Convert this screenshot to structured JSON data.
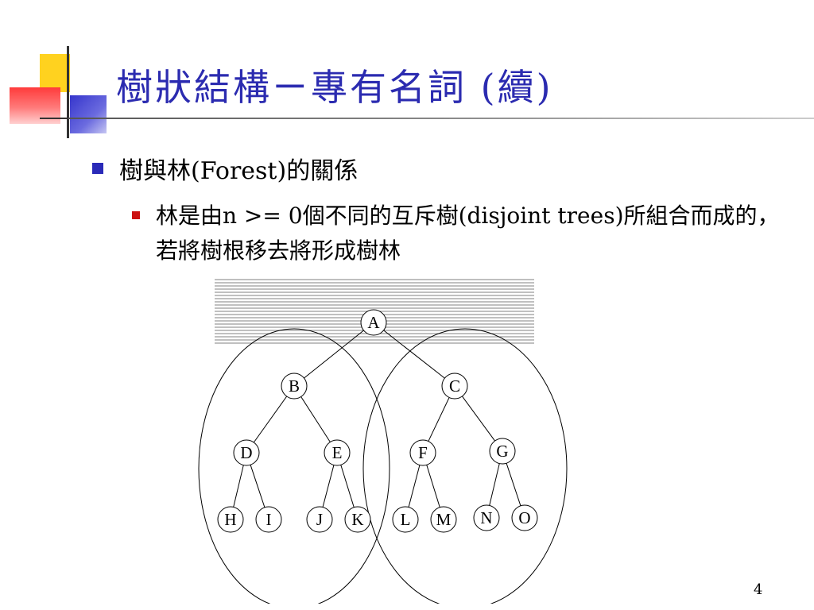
{
  "slide": {
    "title": "樹狀結構ㄧ專有名詞 (續)",
    "bullet_level1": "樹與林(Forest)的關係",
    "bullet_level2": "林是由n >= 0個不同的互斥樹(disjoint trees)所組合而成的，若將樹根移去將形成樹林",
    "page_number": "4"
  },
  "colors": {
    "title": "#2b2bb0",
    "bullet_level1": "#2a2ab8",
    "bullet_level2": "#cc1111"
  },
  "tree": {
    "root": "A",
    "nodes": [
      "A",
      "B",
      "C",
      "D",
      "E",
      "F",
      "G",
      "H",
      "I",
      "J",
      "K",
      "L",
      "M",
      "N",
      "O"
    ],
    "edges": [
      [
        "A",
        "B"
      ],
      [
        "A",
        "C"
      ],
      [
        "B",
        "D"
      ],
      [
        "B",
        "E"
      ],
      [
        "C",
        "F"
      ],
      [
        "C",
        "G"
      ],
      [
        "D",
        "H"
      ],
      [
        "D",
        "I"
      ],
      [
        "E",
        "J"
      ],
      [
        "E",
        "K"
      ],
      [
        "F",
        "L"
      ],
      [
        "F",
        "M"
      ],
      [
        "G",
        "N"
      ],
      [
        "G",
        "O"
      ]
    ],
    "forest_groups": [
      [
        "B",
        "D",
        "E",
        "H",
        "I",
        "J",
        "K"
      ],
      [
        "C",
        "F",
        "G",
        "L",
        "M",
        "N",
        "O"
      ]
    ]
  }
}
